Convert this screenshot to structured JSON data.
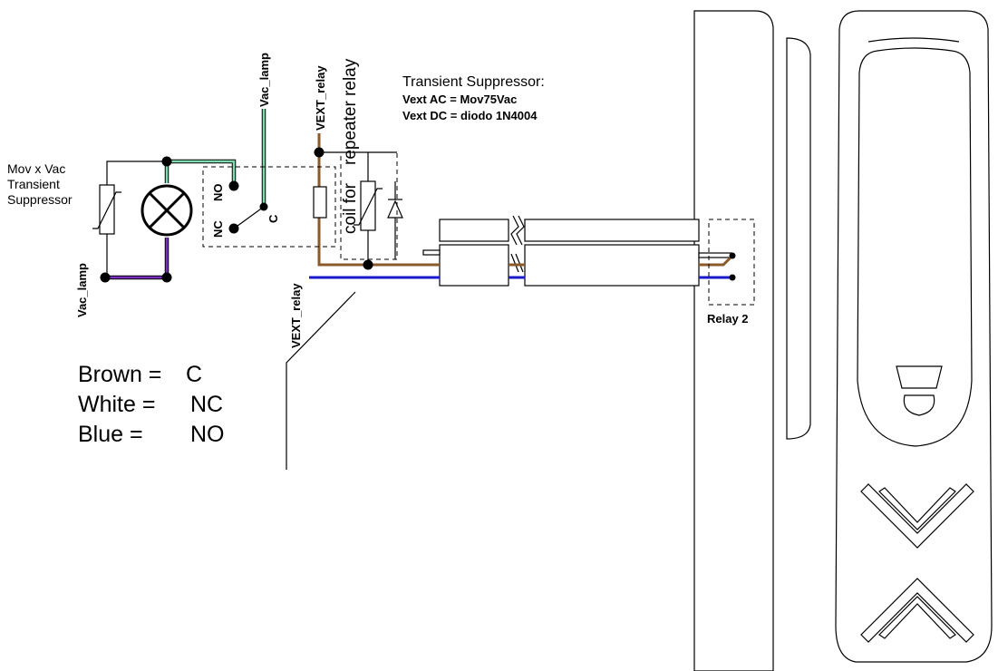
{
  "labels": {
    "mov_title_1": "Mov x Vac",
    "mov_title_2": "Transient",
    "mov_title_3": "Suppressor",
    "vac_lamp_top": "Vac_lamp",
    "vac_lamp_left": "Vac_lamp",
    "contact_no": "NO",
    "contact_nc": "NC",
    "contact_c": "C",
    "vext_relay_top": "VEXT_relay",
    "vext_relay_diag": "VEXT_relay",
    "coil_line_1": "coil for",
    "coil_line_2": "repeater relay",
    "ts_title": "Transient Suppressor:",
    "ts_ac": "Vext AC = Mov75Vac",
    "ts_dc": "Vext DC = diodo 1N4004",
    "relay2": "Relay 2"
  },
  "legend": [
    {
      "name": "Brown =",
      "value": "C"
    },
    {
      "name": "White =",
      "value": "NC"
    },
    {
      "name": "Blue =",
      "value": "NO"
    }
  ],
  "colors": {
    "brown": "#8B5A2B",
    "blue": "#1a1acc",
    "green": "#7fdcb0",
    "purple": "#7b2fc0",
    "black": "#000000"
  }
}
